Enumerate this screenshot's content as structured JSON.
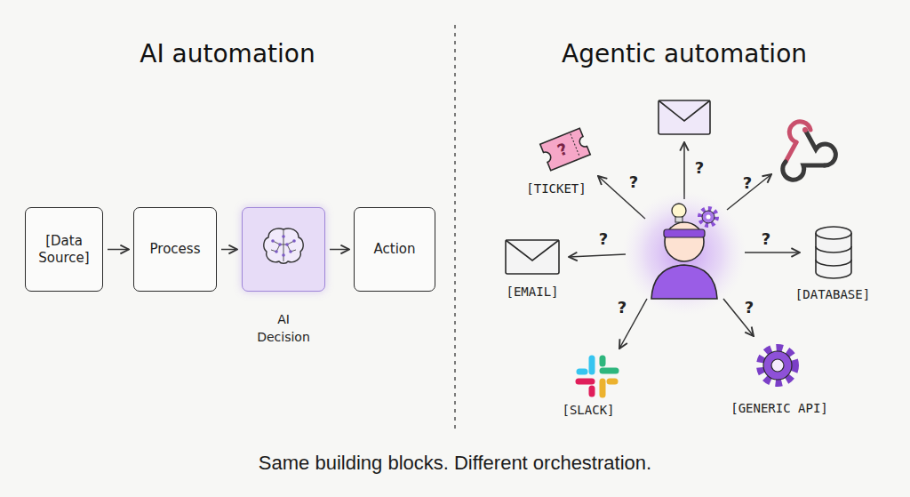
{
  "diagram": {
    "caption": "Same building blocks. Different orchestration.",
    "nodes": [
      {
        "text": [
          "[Data Source]"
        ]
      },
      {
        "text": [
          "Process"
        ]
      },
      {
        "text": [
          "AI Decision"
        ]
      },
      {
        "text": [
          "Action"
        ]
      }
    ],
    "edges": [
      {
        "from": 0,
        "to": 1,
        "arrow": "to"
      },
      {
        "from": 1,
        "to": 2,
        "arrow": "to"
      },
      {
        "from": 2,
        "to": 3,
        "arrow": "to"
      }
    ],
    "labels": [
      "AI automation",
      "Agentic automation",
      "?",
      "[TICKET]",
      "?",
      "?",
      "?",
      "[EMAIL]",
      "?",
      "?",
      "[DATABASE]",
      "?",
      "?",
      "[SLACK]",
      "[GENERIC API]"
    ]
  }
}
